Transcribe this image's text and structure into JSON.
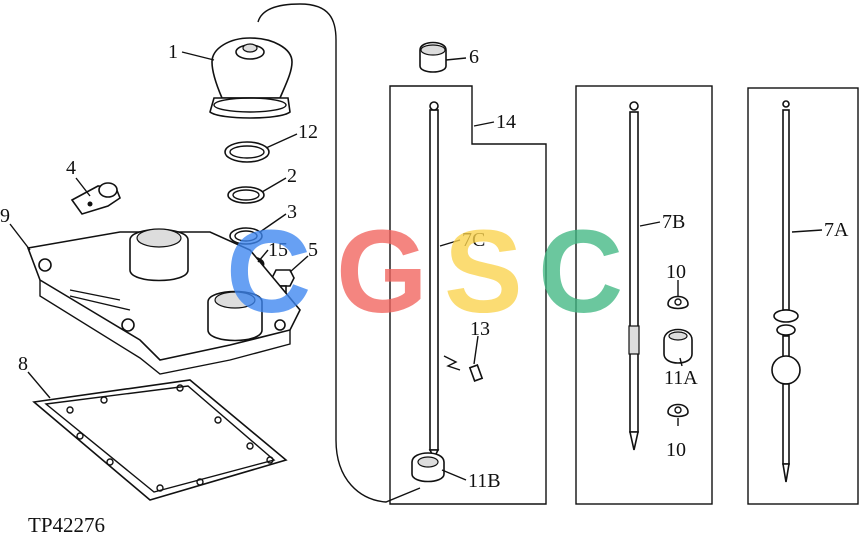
{
  "figure_code": "TP42276",
  "watermark": {
    "letters": [
      "C",
      "G",
      "S",
      "C"
    ],
    "colors": [
      "#3d86f0",
      "#f2635d",
      "#fbd34d",
      "#42b883"
    ]
  },
  "callouts": {
    "c1": "1",
    "c12": "12",
    "c2": "2",
    "c3": "3",
    "c15": "15",
    "c5": "5",
    "c4": "4",
    "c9": "9",
    "c8": "8",
    "c6": "6",
    "c14": "14",
    "c7c": "7C",
    "c13": "13",
    "c11b": "11B",
    "c7b": "7B",
    "c10a": "10",
    "c11a": "11A",
    "c10b": "10",
    "c7a": "7A"
  }
}
